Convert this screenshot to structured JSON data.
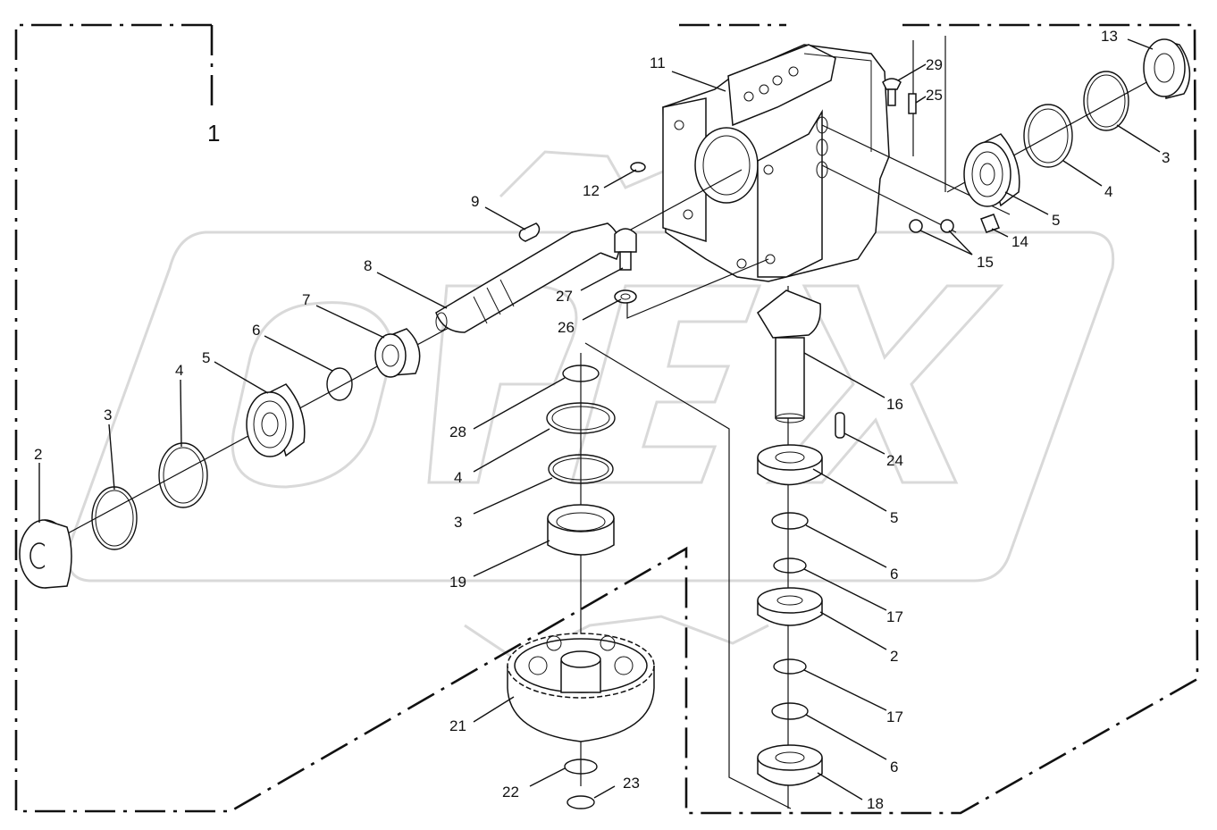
{
  "assembly_number": "1",
  "callouts": [
    {
      "id": "c2a",
      "text": "2"
    },
    {
      "id": "c3a",
      "text": "3"
    },
    {
      "id": "c4a",
      "text": "4"
    },
    {
      "id": "c5a",
      "text": "5"
    },
    {
      "id": "c6a",
      "text": "6"
    },
    {
      "id": "c7",
      "text": "7"
    },
    {
      "id": "c8",
      "text": "8"
    },
    {
      "id": "c9",
      "text": "9"
    },
    {
      "id": "c11",
      "text": "11"
    },
    {
      "id": "c12",
      "text": "12"
    },
    {
      "id": "c13",
      "text": "13"
    },
    {
      "id": "c29",
      "text": "29"
    },
    {
      "id": "c25",
      "text": "25"
    },
    {
      "id": "c3b",
      "text": "3"
    },
    {
      "id": "c4b",
      "text": "4"
    },
    {
      "id": "c5b",
      "text": "5"
    },
    {
      "id": "c14",
      "text": "14"
    },
    {
      "id": "c15",
      "text": "15"
    },
    {
      "id": "c27",
      "text": "27"
    },
    {
      "id": "c26",
      "text": "26"
    },
    {
      "id": "c16",
      "text": "16"
    },
    {
      "id": "c24",
      "text": "24"
    },
    {
      "id": "c28",
      "text": "28"
    },
    {
      "id": "c4c",
      "text": "4"
    },
    {
      "id": "c3c",
      "text": "3"
    },
    {
      "id": "c5c",
      "text": "5"
    },
    {
      "id": "c6b",
      "text": "6"
    },
    {
      "id": "c19",
      "text": "19"
    },
    {
      "id": "c17a",
      "text": "17"
    },
    {
      "id": "c2b",
      "text": "2"
    },
    {
      "id": "c17b",
      "text": "17"
    },
    {
      "id": "c6c",
      "text": "6"
    },
    {
      "id": "c21",
      "text": "21"
    },
    {
      "id": "c22",
      "text": "22"
    },
    {
      "id": "c23",
      "text": "23"
    },
    {
      "id": "c18",
      "text": "18"
    }
  ]
}
